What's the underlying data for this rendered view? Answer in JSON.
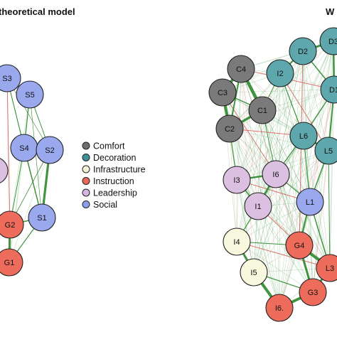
{
  "titles": {
    "left": "theoretical model",
    "right": "W"
  },
  "legend": [
    {
      "label": "Comfort",
      "color": "#6e6e6e"
    },
    {
      "label": "Decoration",
      "color": "#3f8f96"
    },
    {
      "label": "Infrastructure",
      "color": "#f6f5dc"
    },
    {
      "label": "Instruction",
      "color": "#e8695a"
    },
    {
      "label": "Leadership",
      "color": "#d7b7df"
    },
    {
      "label": "Social",
      "color": "#8d9ee8"
    }
  ],
  "colors": {
    "Comfort": "#7a7a7a",
    "Decoration": "#5ea7ac",
    "Infrastructure": "#f8f8de",
    "Instruction": "#ee6c5b",
    "Leadership": "#dcc0e2",
    "Social": "#9aa8ee",
    "positive_edge": "#2e8b2e",
    "negative_edge": "#d9534f"
  },
  "left_network": {
    "nodes": [
      {
        "id": "S3",
        "group": "Social"
      },
      {
        "id": "S5",
        "group": "Social"
      },
      {
        "id": "S4",
        "group": "Social"
      },
      {
        "id": "S2",
        "group": "Social"
      },
      {
        "id": "S1",
        "group": "Social"
      },
      {
        "id": "G2",
        "group": "Instruction"
      },
      {
        "id": "G1",
        "group": "Instruction"
      }
    ]
  },
  "right_network": {
    "nodes": [
      {
        "id": "C4",
        "group": "Comfort"
      },
      {
        "id": "C3",
        "group": "Comfort"
      },
      {
        "id": "C1",
        "group": "Comfort"
      },
      {
        "id": "C2",
        "group": "Comfort"
      },
      {
        "id": "D2",
        "group": "Decoration"
      },
      {
        "id": "D3",
        "group": "Decoration"
      },
      {
        "id": "D1",
        "group": "Decoration"
      },
      {
        "id": "I2",
        "group": "Decoration"
      },
      {
        "id": "L6",
        "group": "Decoration"
      },
      {
        "id": "L5",
        "group": "Decoration"
      },
      {
        "id": "I3",
        "group": "Leadership"
      },
      {
        "id": "I6",
        "group": "Leadership"
      },
      {
        "id": "I1",
        "group": "Leadership"
      },
      {
        "id": "L1",
        "group": "Social"
      },
      {
        "id": "I4",
        "group": "Infrastructure"
      },
      {
        "id": "I5",
        "group": "Infrastructure"
      },
      {
        "id": "G4",
        "group": "Instruction"
      },
      {
        "id": "L3",
        "group": "Instruction"
      },
      {
        "id": "G3",
        "group": "Instruction"
      },
      {
        "id": "I6.",
        "group": "Instruction"
      }
    ]
  }
}
